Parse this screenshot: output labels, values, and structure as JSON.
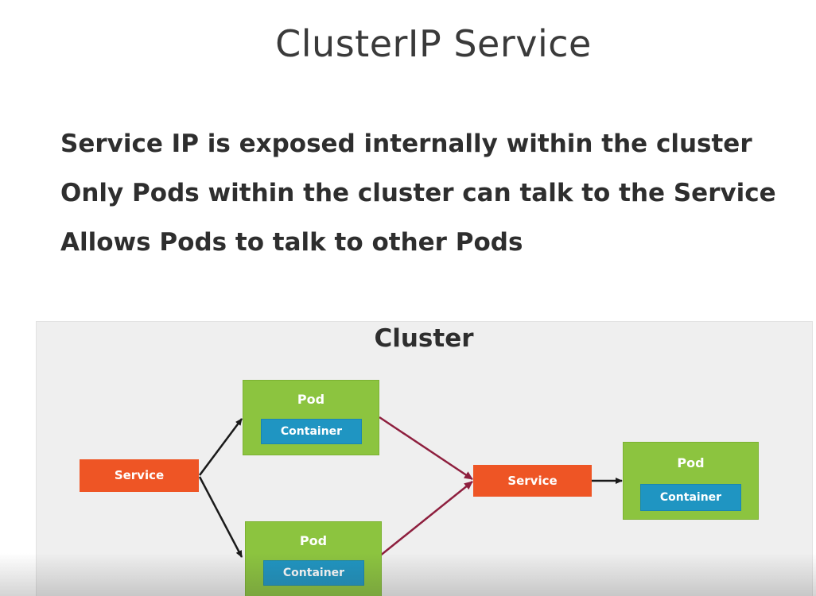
{
  "slide": {
    "title": "ClusterIP Service",
    "bullets": [
      "Service IP is exposed internally within the cluster",
      "Only Pods within the cluster can talk to the Service",
      "Allows Pods to talk to other Pods"
    ]
  },
  "diagram": {
    "cluster_label": "Cluster",
    "left_service": {
      "label": "Service"
    },
    "top_pod": {
      "label": "Pod",
      "container_label": "Container"
    },
    "bottom_pod": {
      "label": "Pod",
      "container_label": "Container"
    },
    "right_service": {
      "label": "Service"
    },
    "right_pod": {
      "label": "Pod",
      "container_label": "Container"
    },
    "colors": {
      "service": "#ee5525",
      "pod": "#8cc43f",
      "container": "#1f95c2",
      "arrow_black": "#1a1a1a",
      "arrow_maroon": "#8e1f3e",
      "panel": "#efefef"
    }
  }
}
